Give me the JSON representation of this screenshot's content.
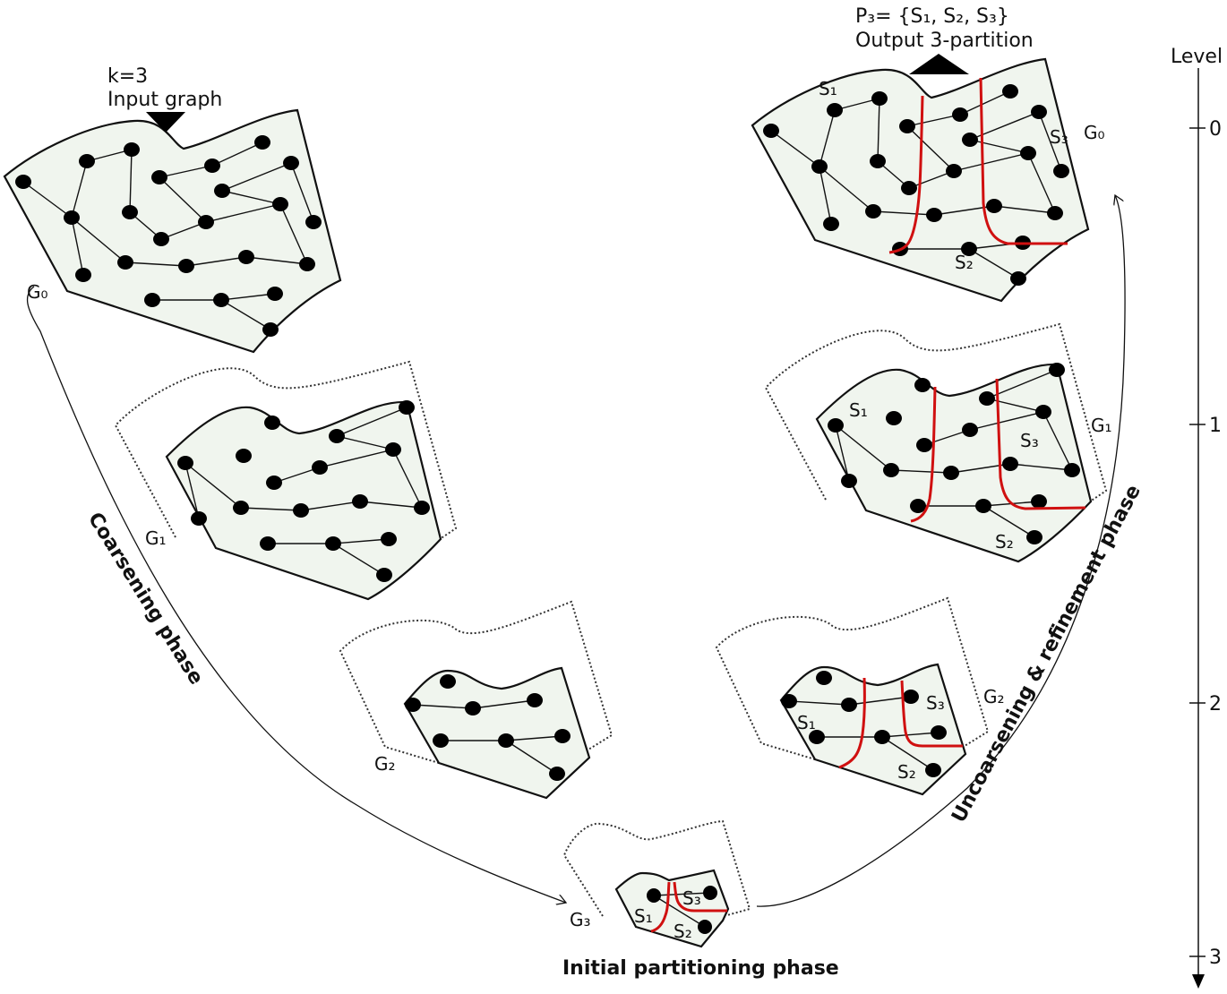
{
  "input": {
    "k": "k=3",
    "title": "Input graph"
  },
  "output": {
    "partition": "P₃= {S₁, S₂, S₃}",
    "title": "Output 3-partition"
  },
  "axis": {
    "title": "Level",
    "ticks": [
      "0",
      "1",
      "2",
      "3"
    ]
  },
  "graphs": {
    "g0": "G₀",
    "g1": "G₁",
    "g2": "G₂",
    "g3": "G₃"
  },
  "parts": {
    "s1": "S₁",
    "s2": "S₂",
    "s3": "S₃"
  },
  "phases": {
    "coarsening": "Coarsening phase",
    "initial": "Initial partitioning phase",
    "uncoarsening": "Uncoarsening & refinement phase"
  },
  "colors": {
    "region": "#f0f5ee",
    "cut": "#d01010"
  }
}
